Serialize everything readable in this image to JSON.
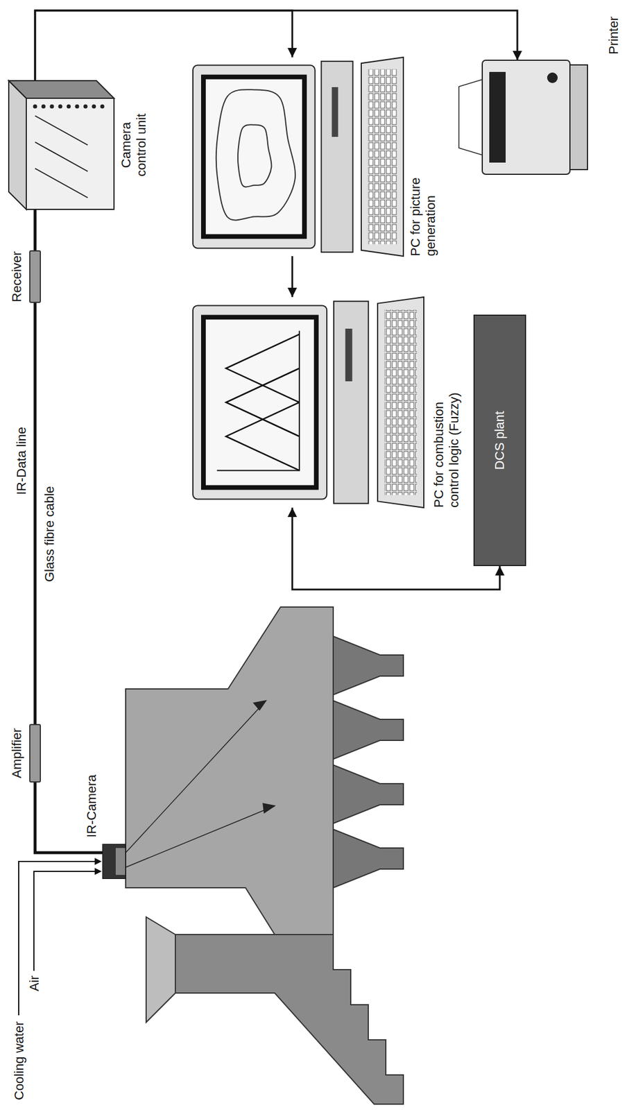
{
  "diagram": {
    "nodes": [
      {
        "text": [
          "IR-Camera"
        ]
      },
      {
        "text": [
          "Amplifier"
        ]
      },
      {
        "text": [
          "Receiver"
        ]
      },
      {
        "text": [
          "Camera control unit"
        ]
      },
      {
        "text": [
          "PC for picture generation"
        ]
      },
      {
        "text": [
          "Printer"
        ]
      },
      {
        "text": [
          "PC for combustion control logic (Fuzzy)"
        ]
      },
      {
        "text": [
          "DCS plant"
        ]
      }
    ],
    "edges": [
      {
        "from": 0,
        "to": 1,
        "arrow": "none"
      },
      {
        "from": 1,
        "to": 2,
        "label": "IR-Data line",
        "arrow": "none"
      },
      {
        "from": 2,
        "to": 3,
        "arrow": "none"
      },
      {
        "from": 3,
        "to": 4,
        "arrow": "to"
      },
      {
        "from": 3,
        "to": 5,
        "arrow": "to"
      },
      {
        "from": 4,
        "to": 6,
        "arrow": "to"
      },
      {
        "from": 6,
        "to": 7,
        "arrow": "both"
      }
    ],
    "labels": [
      "Cooling water",
      "Air",
      "Glass fibre cable"
    ]
  }
}
